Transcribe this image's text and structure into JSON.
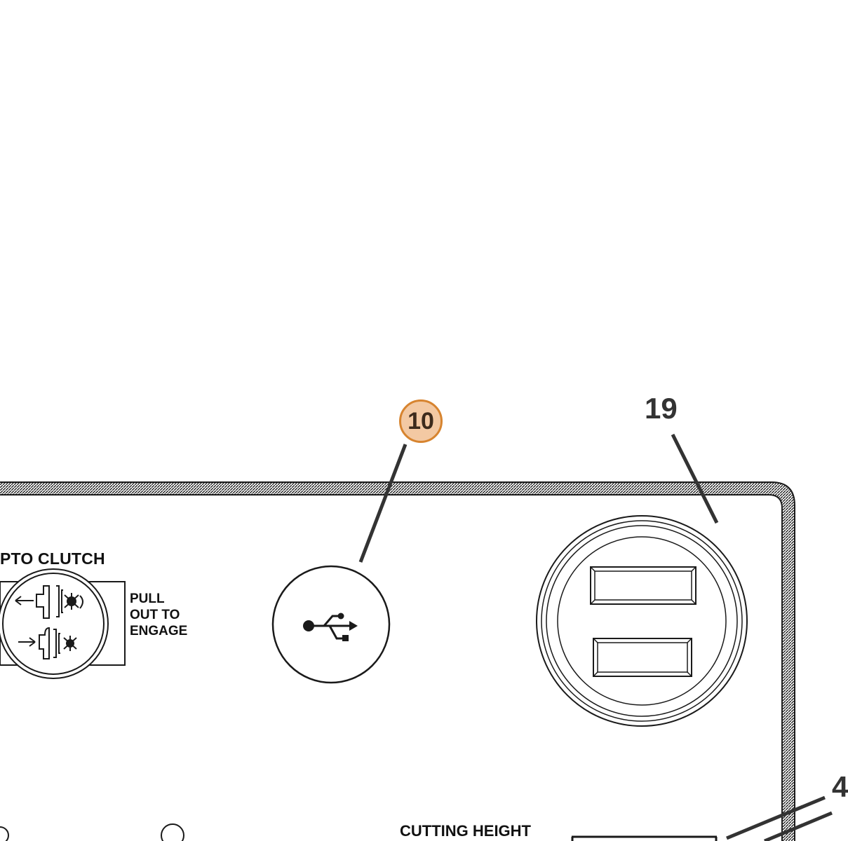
{
  "labels": {
    "pto_clutch": "PTO CLUTCH",
    "pull_instruction": [
      "PULL",
      "OUT TO",
      "ENGAGE"
    ],
    "cutting_height": "CUTTING HEIGHT"
  },
  "callouts": {
    "usb_port": "10",
    "dual_usb_outlet": "19",
    "cutting_height_indicator": "4"
  },
  "icons": {
    "pto_knob": "pto-clutch-knob-icon",
    "usb": "usb-symbol-icon",
    "dual_usb": "dual-usb-socket-icon"
  },
  "colors": {
    "line": "#1a1a1a",
    "callout_highlight_fill": "#f3c9a3",
    "callout_highlight_border": "#d7842f"
  }
}
